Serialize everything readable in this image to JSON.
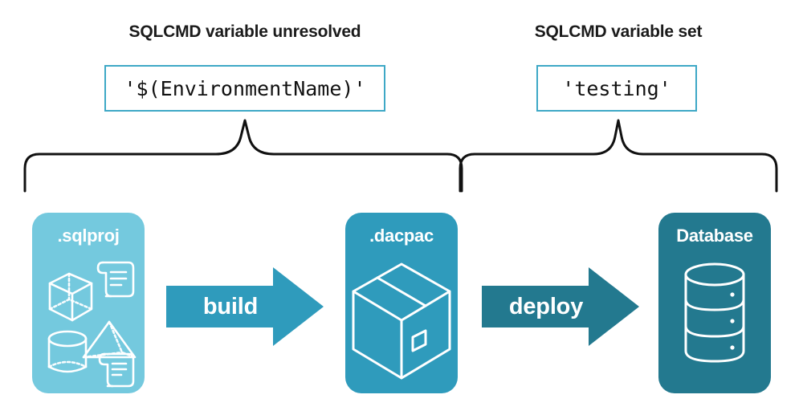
{
  "diagram": {
    "title_left": "SQLCMD variable unresolved",
    "title_right": "SQLCMD variable set",
    "code_left": "'$(EnvironmentName)'",
    "code_right": "'testing'",
    "stages": [
      {
        "id": "sqlproj",
        "label": ".sqlproj",
        "color": "#74c9de",
        "icon": "project-objects-icon"
      },
      {
        "id": "dacpac",
        "label": ".dacpac",
        "color": "#2f9bbc",
        "icon": "package-box-icon"
      },
      {
        "id": "database",
        "label": "Database",
        "color": "#23798f",
        "icon": "database-cylinder-icon"
      }
    ],
    "arrows": [
      {
        "id": "build",
        "label": "build",
        "color": "#2f9bbc"
      },
      {
        "id": "deploy",
        "label": "deploy",
        "color": "#23798f"
      }
    ],
    "braces": [
      {
        "id": "brace-left",
        "spans": "sqlproj-to-dacpac",
        "color": "#111111"
      },
      {
        "id": "brace-right",
        "spans": "dacpac-to-database",
        "color": "#111111"
      }
    ],
    "colors": {
      "light_teal": "#74c9de",
      "mid_teal": "#2f9bbc",
      "dark_teal": "#23798f",
      "box_border": "#3ea8c6",
      "text": "#1b1b1b",
      "background": "#ffffff"
    }
  }
}
